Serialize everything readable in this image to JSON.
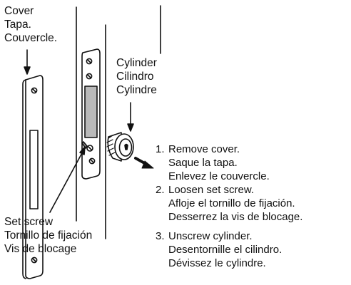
{
  "labels": {
    "cover": [
      "Cover",
      "Tapa.",
      "Couvercle."
    ],
    "cylinder": [
      "Cylinder",
      "Cilindro",
      "Cylindre"
    ],
    "set_screw": [
      "Set screw",
      "Tornillo de fijación",
      "Vis de blocage"
    ]
  },
  "steps": [
    {
      "num": "1.",
      "lines": [
        "Remove cover.",
        "Saque la tapa.",
        "Enlevez le couvercle."
      ]
    },
    {
      "num": "2.",
      "lines": [
        "Loosen set screw.",
        "Afloje el tornillo de fijación.",
        "Desserrez la vis de blocage."
      ]
    },
    {
      "num": "3.",
      "lines": [
        "Unscrew cylinder.",
        "Desentornille el cilindro.",
        "Dévissez le cylindre."
      ]
    }
  ]
}
